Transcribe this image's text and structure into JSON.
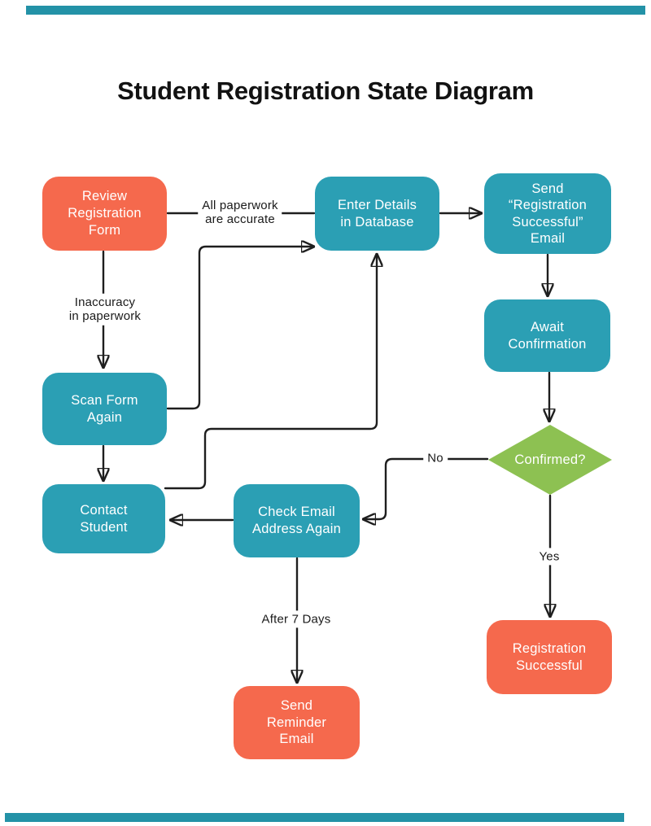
{
  "title": "Student Registration State Diagram",
  "colors": {
    "state_teal": "#2B9FB4",
    "state_coral": "#F5694D",
    "decision_green": "#8DC152",
    "connector": "#1E1E1E",
    "accent_bar": "#2392A7",
    "background": "#FFFFFF"
  },
  "nodes": {
    "review": {
      "label": "Review\nRegistration\nForm",
      "shape": "rounded-rect",
      "color": "coral"
    },
    "enter_details": {
      "label": "Enter Details\nin Database",
      "shape": "rounded-rect",
      "color": "teal"
    },
    "send_success_email": {
      "label": "Send\n“Registration\nSuccessful”\nEmail",
      "shape": "rounded-rect",
      "color": "teal"
    },
    "await_confirmation": {
      "label": "Await\nConfirmation",
      "shape": "rounded-rect",
      "color": "teal"
    },
    "confirmed": {
      "label": "Confirmed?",
      "shape": "diamond",
      "color": "green"
    },
    "scan_form": {
      "label": "Scan Form\nAgain",
      "shape": "rounded-rect",
      "color": "teal"
    },
    "contact_student": {
      "label": "Contact\nStudent",
      "shape": "rounded-rect",
      "color": "teal"
    },
    "check_email": {
      "label": "Check Email\nAddress Again",
      "shape": "rounded-rect",
      "color": "teal"
    },
    "send_reminder": {
      "label": "Send\nReminder\nEmail",
      "shape": "rounded-rect",
      "color": "coral"
    },
    "registration_successful": {
      "label": "Registration\nSuccessful",
      "shape": "rounded-rect",
      "color": "coral"
    }
  },
  "edge_labels": {
    "all_paperwork": "All paperwork\nare accurate",
    "inaccuracy": "Inaccuracy\nin paperwork",
    "no": "No",
    "yes": "Yes",
    "after_7_days": "After 7 Days"
  }
}
